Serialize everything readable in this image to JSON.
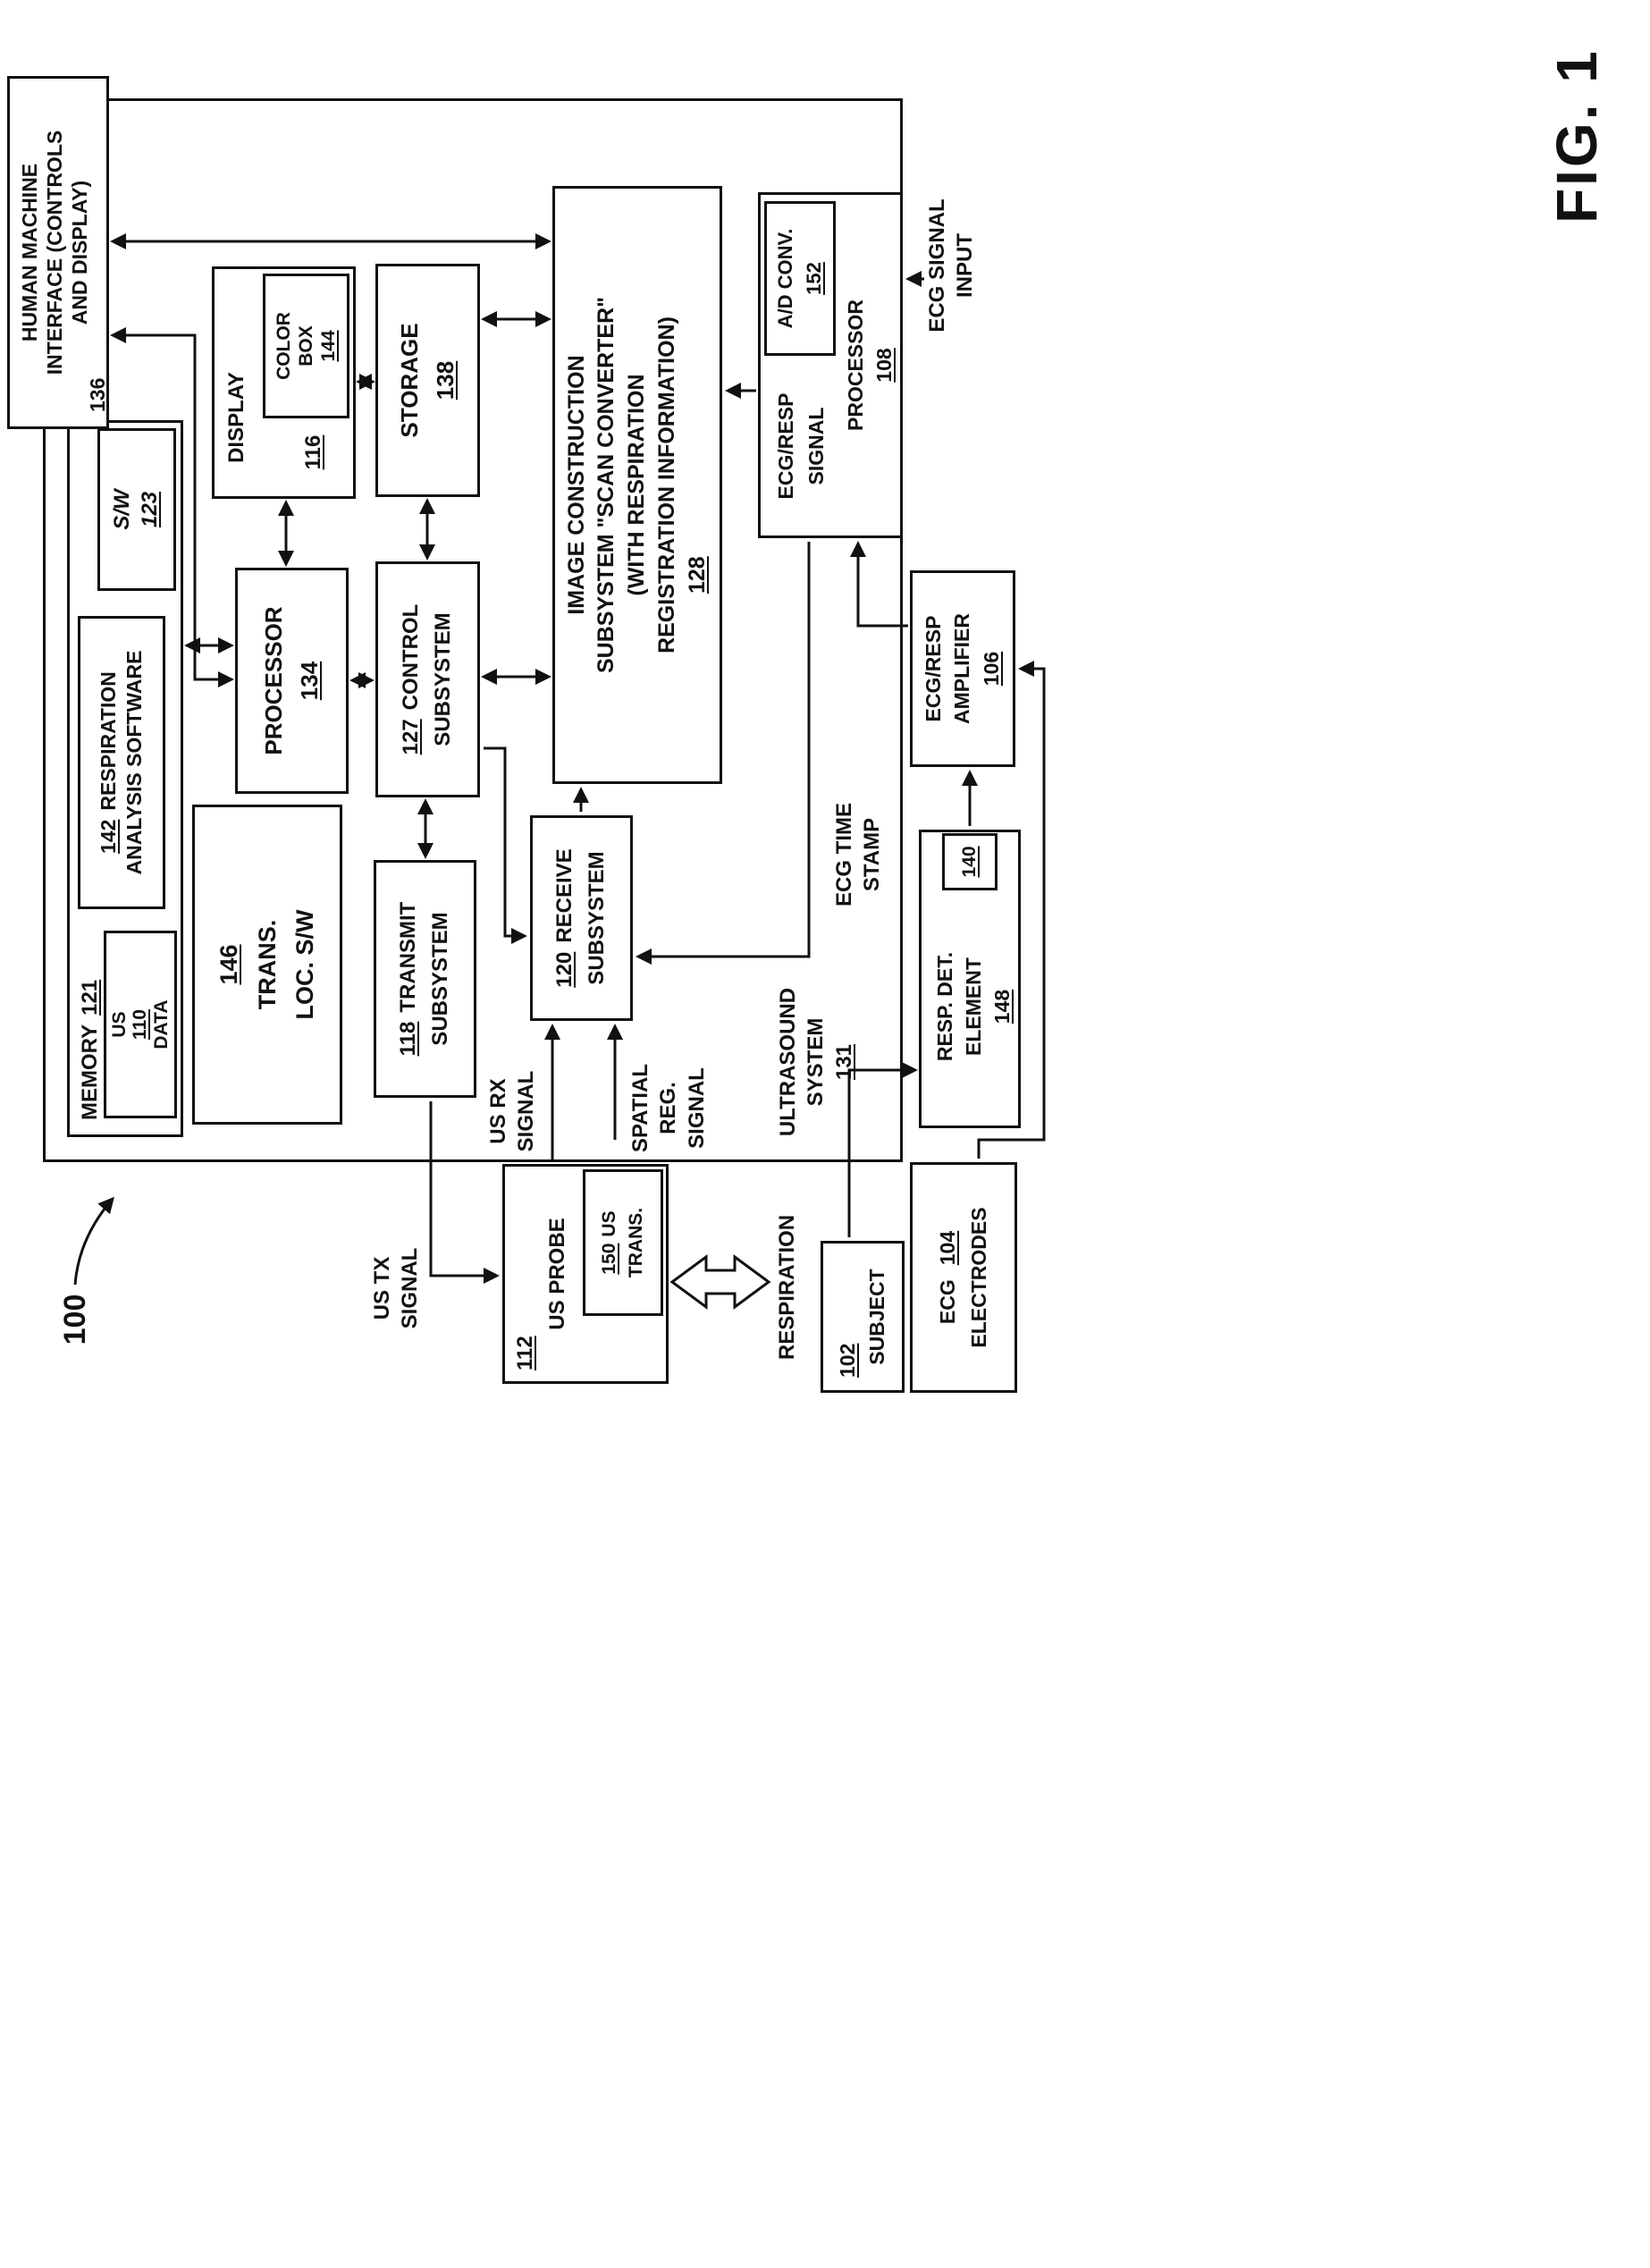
{
  "fig": {
    "label": "FIG. 1",
    "system_ref": "100"
  },
  "hmi": {
    "l1": "HUMAN MACHINE",
    "l2": "INTERFACE (CONTROLS",
    "l3": "AND DISPLAY)",
    "ref": "136"
  },
  "memory": {
    "name": "MEMORY",
    "ref": "121"
  },
  "us_data": {
    "l1": "US",
    "ref": "110",
    "l2": "DATA"
  },
  "resp_sw": {
    "ref": "142",
    "l1": "RESPIRATION",
    "l2": "ANALYSIS SOFTWARE"
  },
  "sw": {
    "l1": "S/W",
    "ref": "123"
  },
  "trans_loc": {
    "ref": "146",
    "l1": "TRANS.",
    "l2": "LOC. S/W"
  },
  "processor": {
    "l1": "PROCESSOR",
    "ref": "134"
  },
  "display": {
    "l1": "DISPLAY",
    "ref": "116"
  },
  "color_box": {
    "l1": "COLOR",
    "l2": "BOX",
    "ref": "144"
  },
  "storage": {
    "l1": "STORAGE",
    "ref": "138"
  },
  "control": {
    "ref": "127",
    "l1": "CONTROL",
    "l2": "SUBSYSTEM"
  },
  "transmit": {
    "ref": "118",
    "l1": "TRANSMIT",
    "l2": "SUBSYSTEM"
  },
  "receive": {
    "ref": "120",
    "l1": "RECEIVE",
    "l2": "SUBSYSTEM"
  },
  "imgcon": {
    "l1": "IMAGE CONSTRUCTION",
    "l2": "SUBSYSTEM \"SCAN CONVERTER\"",
    "l3": "(WITH RESPIRATION",
    "l4": "REGISTRATION INFORMATION)",
    "ref": "128"
  },
  "ecgproc": {
    "l1": "ECG/RESP",
    "l2": "SIGNAL",
    "l3": "PROCESSOR",
    "ref": "108"
  },
  "adc": {
    "l1": "A/D CONV.",
    "ref": "152"
  },
  "ecg_input": {
    "l1": "ECG SIGNAL",
    "l2": "INPUT"
  },
  "amplifier": {
    "l1": "ECG/RESP",
    "l2": "AMPLIFIER",
    "ref": "106"
  },
  "time_stamp": {
    "l1": "ECG TIME",
    "l2": "STAMP"
  },
  "us_system": {
    "l1": "ULTRASOUND",
    "l2": "SYSTEM",
    "ref": "131"
  },
  "resp_det": {
    "l1": "RESP. DET.",
    "l2": "ELEMENT",
    "ref": "148",
    "inner_ref": "140"
  },
  "probe": {
    "ref": "112",
    "l1": "US PROBE"
  },
  "us_trans": {
    "ref": "150",
    "l1": "US",
    "l2": "TRANS."
  },
  "subject": {
    "ref": "102",
    "l1": "SUBJECT"
  },
  "electrodes": {
    "l1": "ECG",
    "ref": "104",
    "l2": "ELECTRODES"
  },
  "respiration": {
    "l1": "RESPIRATION"
  },
  "tx": {
    "l1": "US TX",
    "l2": "SIGNAL"
  },
  "rx": {
    "l1": "US RX",
    "l2": "SIGNAL"
  },
  "spatial": {
    "l1": "SPATIAL",
    "l2": "REG.",
    "l3": "SIGNAL"
  },
  "colors": {
    "ink": "#111111",
    "paper": "#ffffff"
  }
}
